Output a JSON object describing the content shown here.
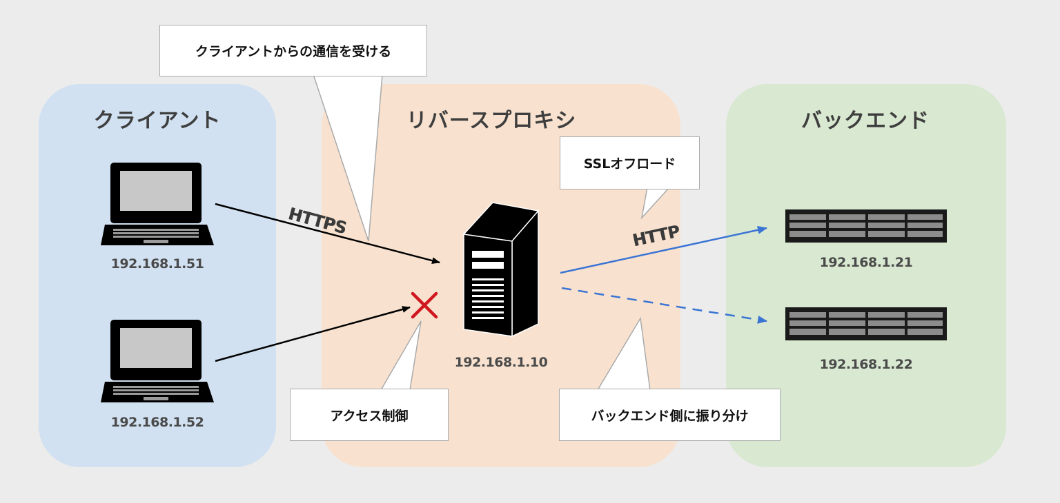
{
  "zones": {
    "client": "クライアント",
    "proxy": "リバースプロキシ",
    "backend": "バックエンド"
  },
  "clients": [
    {
      "ip": "192.168.1.51"
    },
    {
      "ip": "192.168.1.52"
    }
  ],
  "proxy": {
    "ip": "192.168.1.10"
  },
  "backends": [
    {
      "ip": "192.168.1.21"
    },
    {
      "ip": "192.168.1.22"
    }
  ],
  "protocols": {
    "incoming": "HTTPS",
    "outgoing": "HTTP"
  },
  "callouts": {
    "receive": "クライアントからの通信を受ける",
    "ssl": "SSLオフロード",
    "access": "アクセス制御",
    "distribute": "バックエンド側に振り分け"
  },
  "colors": {
    "client_zone": "#d1e1f1",
    "proxy_zone": "#f8e2cf",
    "backend_zone": "#d9e8d1",
    "solid_arrow": "#000000",
    "backend_arrow": "#3a74d4",
    "deny_mark": "#d0161e"
  },
  "icons": {
    "client_device": "laptop-icon",
    "proxy_device": "tower-server-icon",
    "backend_device": "rack-server-icon",
    "deny": "cross-icon"
  }
}
